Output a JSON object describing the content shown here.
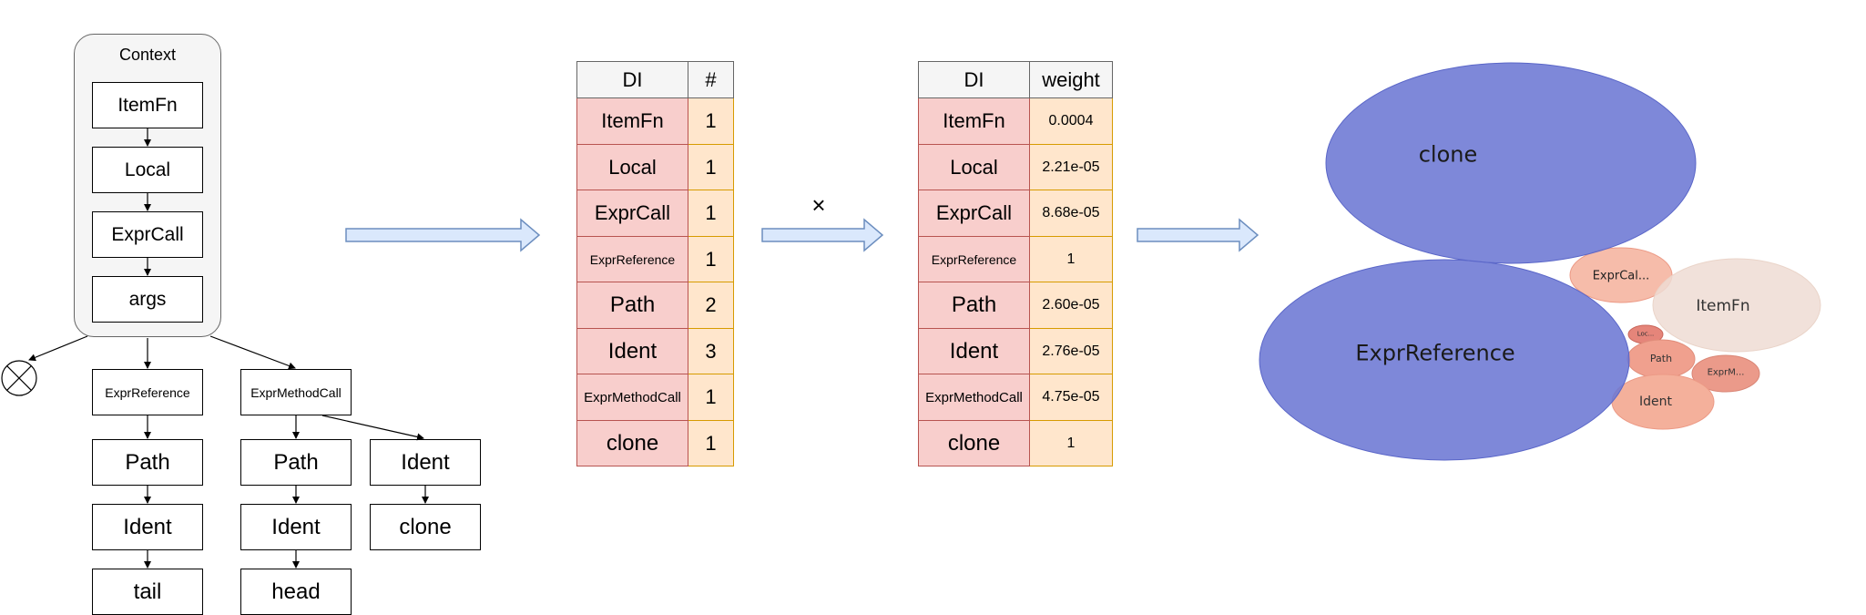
{
  "tree": {
    "context_title": "Context",
    "chain": [
      "ItemFn",
      "Local",
      "ExprCall",
      "args"
    ],
    "branch_left": [
      "ExprReference",
      "Path",
      "Ident",
      "tail"
    ],
    "branch_mid": [
      "ExprMethodCall",
      "Path",
      "Ident",
      "head"
    ],
    "branch_right": [
      "Ident",
      "clone"
    ],
    "pruned_icon": "circle-cross-icon"
  },
  "count_table": {
    "headers": [
      "DI",
      "#"
    ],
    "rows": [
      {
        "name": "ItemFn",
        "value": "1"
      },
      {
        "name": "Local",
        "value": "1"
      },
      {
        "name": "ExprCall",
        "value": "1"
      },
      {
        "name": "ExprReference",
        "value": "1"
      },
      {
        "name": "Path",
        "value": "2"
      },
      {
        "name": "Ident",
        "value": "3"
      },
      {
        "name": "ExprMethodCall",
        "value": "1"
      },
      {
        "name": "clone",
        "value": "1"
      }
    ]
  },
  "multiply_symbol": "×",
  "weight_table": {
    "headers": [
      "DI",
      "weight"
    ],
    "rows": [
      {
        "name": "ItemFn",
        "value": "0.0004"
      },
      {
        "name": "Local",
        "value": "2.21e-05"
      },
      {
        "name": "ExprCall",
        "value": "8.68e-05"
      },
      {
        "name": "ExprReference",
        "value": "1"
      },
      {
        "name": "Path",
        "value": "2.60e-05"
      },
      {
        "name": "Ident",
        "value": "2.76e-05"
      },
      {
        "name": "ExprMethodCall",
        "value": "4.75e-05"
      },
      {
        "name": "clone",
        "value": "1"
      }
    ]
  },
  "bubbles": [
    {
      "label": "clone",
      "color": "#6c77d4"
    },
    {
      "label": "ExprReference",
      "color": "#6c77d4"
    },
    {
      "label": "ExprCal...",
      "color": "#f4b09b"
    },
    {
      "label": "ItemFn",
      "color": "#eedcd3"
    },
    {
      "label": "Loc...",
      "color": "#e5857a"
    },
    {
      "label": "Path",
      "color": "#f0a08e"
    },
    {
      "label": "ExprM...",
      "color": "#eb9a8a"
    },
    {
      "label": "Ident",
      "color": "#f4b09b"
    }
  ],
  "colors": {
    "name_fill": "#f8cecc",
    "name_border": "#b85450",
    "value_fill": "#ffe6cc",
    "value_border": "#d79b00",
    "arrow_fill": "#dae8fc",
    "arrow_border": "#6c8ebf"
  }
}
